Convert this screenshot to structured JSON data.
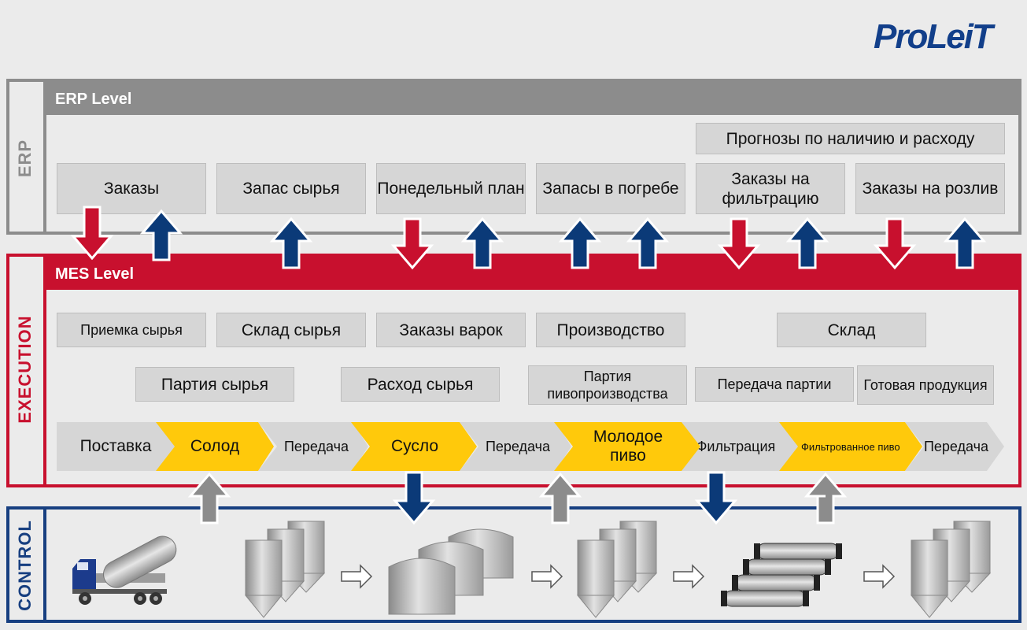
{
  "logo": {
    "text": "ProLeiT",
    "accent": "#f6c400",
    "color": "#123f8a"
  },
  "colors": {
    "erp": "#8c8c8c",
    "mes": "#c8102e",
    "control": "#173f80",
    "box": "#d6d6d6",
    "highlight": "#ffc90b",
    "arrow_down_red": "#c8102e",
    "arrow_up_blue": "#0b3a78",
    "arrow_up_grey": "#8c8c8c"
  },
  "erp": {
    "side_label": "ERP",
    "header": "ERP Level",
    "forecast": "Прогнозы по наличию и расходу",
    "boxes": [
      "Заказы",
      "Запас сырья",
      "Понедельный план",
      "Запасы в погребе",
      "Заказы на фильтрацию",
      "Заказы на розлив"
    ]
  },
  "mes": {
    "side_label": "EXECUTION",
    "header": "MES Level",
    "row1": [
      "Приемка сырья",
      "Склад сырья",
      "Заказы варок",
      "Производство",
      "Склад"
    ],
    "row2": [
      "Партия сырья",
      "Расход сырья",
      "Партия пивопроизводства",
      "Передача партии",
      "Готовая продукция"
    ],
    "flow": [
      "Поставка",
      "Солод",
      "Передача",
      "Сусло",
      "Передача",
      "Молодое пиво",
      "Фильтрация",
      "Фильтрованное пиво",
      "Передача"
    ]
  },
  "control": {
    "side_label": "CONTROL",
    "icons": [
      "tanker-truck-icon",
      "silo-group-icon",
      "process-arrow-icon",
      "storage-tanks-icon",
      "process-arrow-icon",
      "fermentation-tanks-icon",
      "process-arrow-icon",
      "filter-cylinders-icon",
      "process-arrow-icon",
      "bright-beer-tanks-icon"
    ]
  }
}
